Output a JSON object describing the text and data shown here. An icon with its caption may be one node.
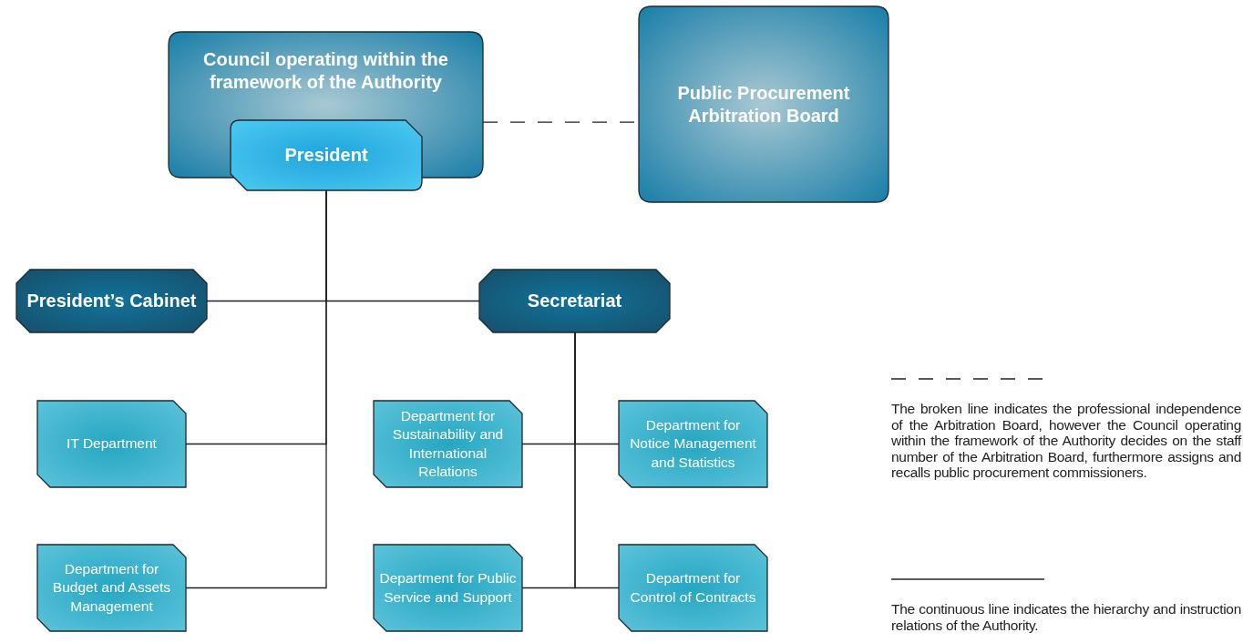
{
  "diagram": {
    "nodes": [
      {
        "text": [
          "Council operating within the framework of the Authority"
        ]
      },
      {
        "text": [
          "President"
        ]
      },
      {
        "text": [
          "Public Procurement Arbitration Board"
        ]
      },
      {
        "text": [
          "President’s Cabinet"
        ]
      },
      {
        "text": [
          "Secretariat"
        ]
      },
      {
        "text": [
          "IT Department"
        ]
      },
      {
        "text": [
          "Department for Budget and Assets Management"
        ]
      },
      {
        "text": [
          "Department for Sustainability and International Relations"
        ]
      },
      {
        "text": [
          "Department for Notice Management and Statistics"
        ]
      },
      {
        "text": [
          "Department for Public Service and Support"
        ]
      },
      {
        "text": [
          "Department for Control of Contracts"
        ]
      }
    ],
    "edges": [
      {
        "from": 0,
        "to": 2,
        "arrow": "none",
        "style": "dashed"
      },
      {
        "from": 1,
        "to": 3,
        "arrow": "none"
      },
      {
        "from": 1,
        "to": 4,
        "arrow": "none"
      },
      {
        "from": 1,
        "to": 5,
        "arrow": "none"
      },
      {
        "from": 1,
        "to": 6,
        "arrow": "none"
      },
      {
        "from": 4,
        "to": 7,
        "arrow": "none"
      },
      {
        "from": 4,
        "to": 8,
        "arrow": "none"
      },
      {
        "from": 4,
        "to": 9,
        "arrow": "none"
      },
      {
        "from": 4,
        "to": 10,
        "arrow": "none"
      }
    ],
    "legend": [
      {
        "text": "The broken line indicates the professional independence of the Arbitration Board, however the Council operating within the framework of the Authority decides on the staff number of the Arbitration Board, furthermore assigns and recalls public procurement commissioners."
      },
      {
        "text": "The continuous line indicates the hierarchy and instruction relations of the Authority."
      }
    ]
  }
}
